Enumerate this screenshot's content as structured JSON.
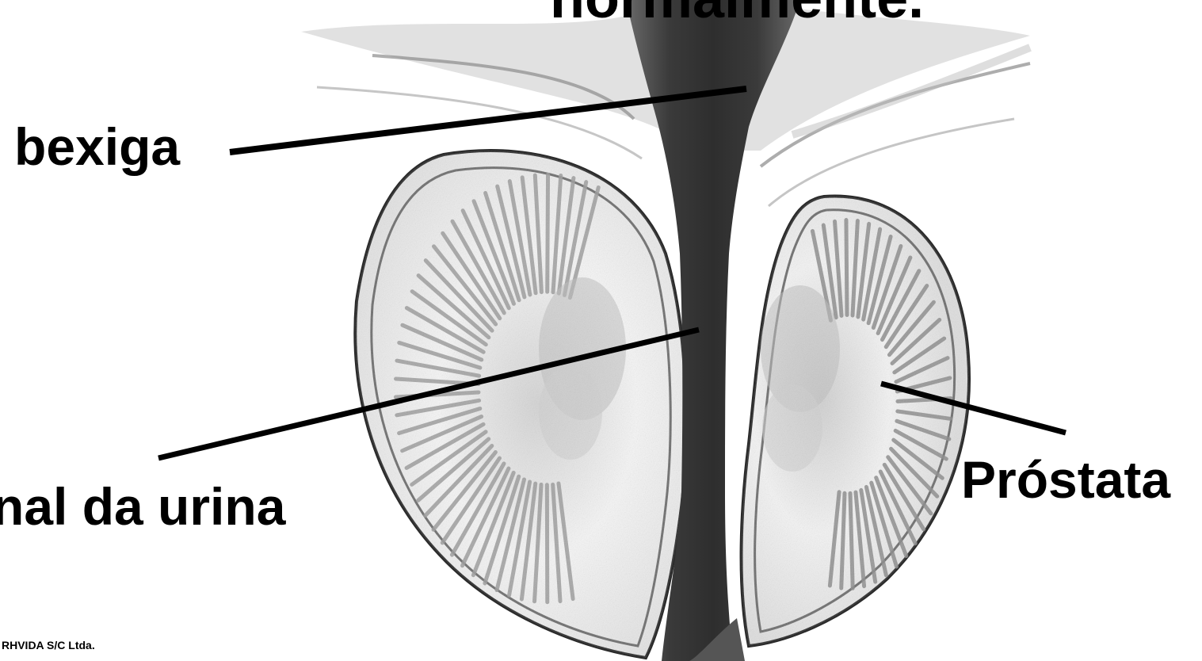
{
  "diagram": {
    "title_fragment": "normalmente.",
    "labels": {
      "bladder": "bexiga",
      "urine_canal": "nal da urina",
      "prostate": "Próstata"
    },
    "credit": "RHVIDA S/C Ltda.",
    "colors": {
      "ink": "#000000",
      "urethra_dark": "#3a3a3a",
      "gland_fill": "#f4f4f4",
      "shading": "#9a9a9a"
    }
  }
}
